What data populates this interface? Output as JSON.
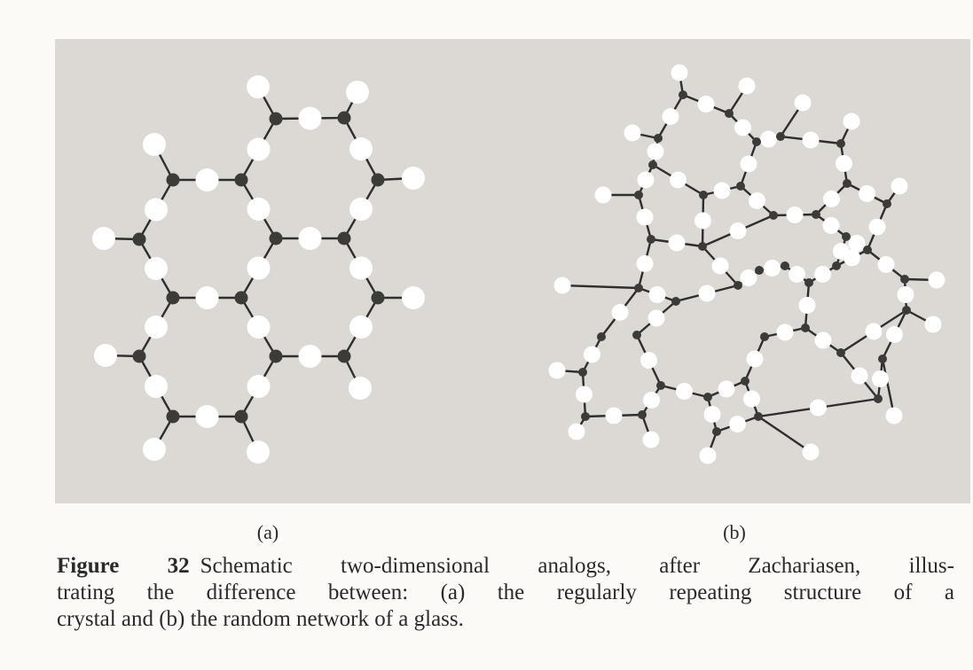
{
  "figure": {
    "panel_a_label": "(a)",
    "panel_b_label": "(b)",
    "caption_number": "Figure 32",
    "caption_lines": [
      "Schematic two-dimensional analogs, after Zachariasen, illus-",
      "trating the difference between: (a) the regularly repeating structure of a",
      "crystal and (b) the random network of a glass."
    ]
  },
  "colors": {
    "background": "#dcd8d4",
    "atom_dark": "#3b3b37",
    "atom_light": "#ffffff",
    "bond": "#2e2e2e"
  }
}
